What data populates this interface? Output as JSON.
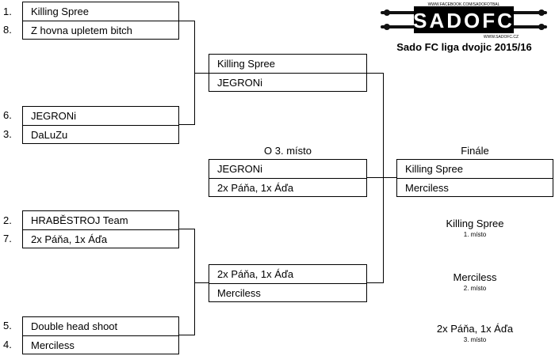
{
  "league": {
    "title": "Sado FC liga dvojic 2015/16",
    "logo_text": "SADOFC",
    "logo_url_top": "WWW.FACEBOOK.COM/SADOFOTBAL",
    "logo_url_bottom": "WWW.SADOFC.CZ"
  },
  "quarterfinals": [
    {
      "top": {
        "seed": "1.",
        "team": "Killing Spree"
      },
      "bottom": {
        "seed": "8.",
        "team": "Z hovna upletem bitch"
      }
    },
    {
      "top": {
        "seed": "6.",
        "team": "JEGRONi"
      },
      "bottom": {
        "seed": "3.",
        "team": "DaLuZu"
      }
    },
    {
      "top": {
        "seed": "2.",
        "team": "HRABĚSTROJ Team"
      },
      "bottom": {
        "seed": "7.",
        "team": "2x Páňa, 1x Áďa"
      }
    },
    {
      "top": {
        "seed": "5.",
        "team": "Double head shoot"
      },
      "bottom": {
        "seed": "4.",
        "team": "Merciless"
      }
    }
  ],
  "semifinals": [
    {
      "top": "Killing Spree",
      "bottom": "JEGRONi"
    },
    {
      "top": "2x Páňa, 1x Áďa",
      "bottom": "Merciless"
    }
  ],
  "third_place": {
    "label": "O 3. místo",
    "top": "JEGRONi",
    "bottom": "2x Páňa, 1x Áďa"
  },
  "final": {
    "label": "Finále",
    "top": "Killing Spree",
    "bottom": "Merciless"
  },
  "placings": [
    {
      "team": "Killing Spree",
      "label": "1. místo"
    },
    {
      "team": "Merciless",
      "label": "2. místo"
    },
    {
      "team": "2x Páňa, 1x Áďa",
      "label": "3. místo"
    }
  ]
}
